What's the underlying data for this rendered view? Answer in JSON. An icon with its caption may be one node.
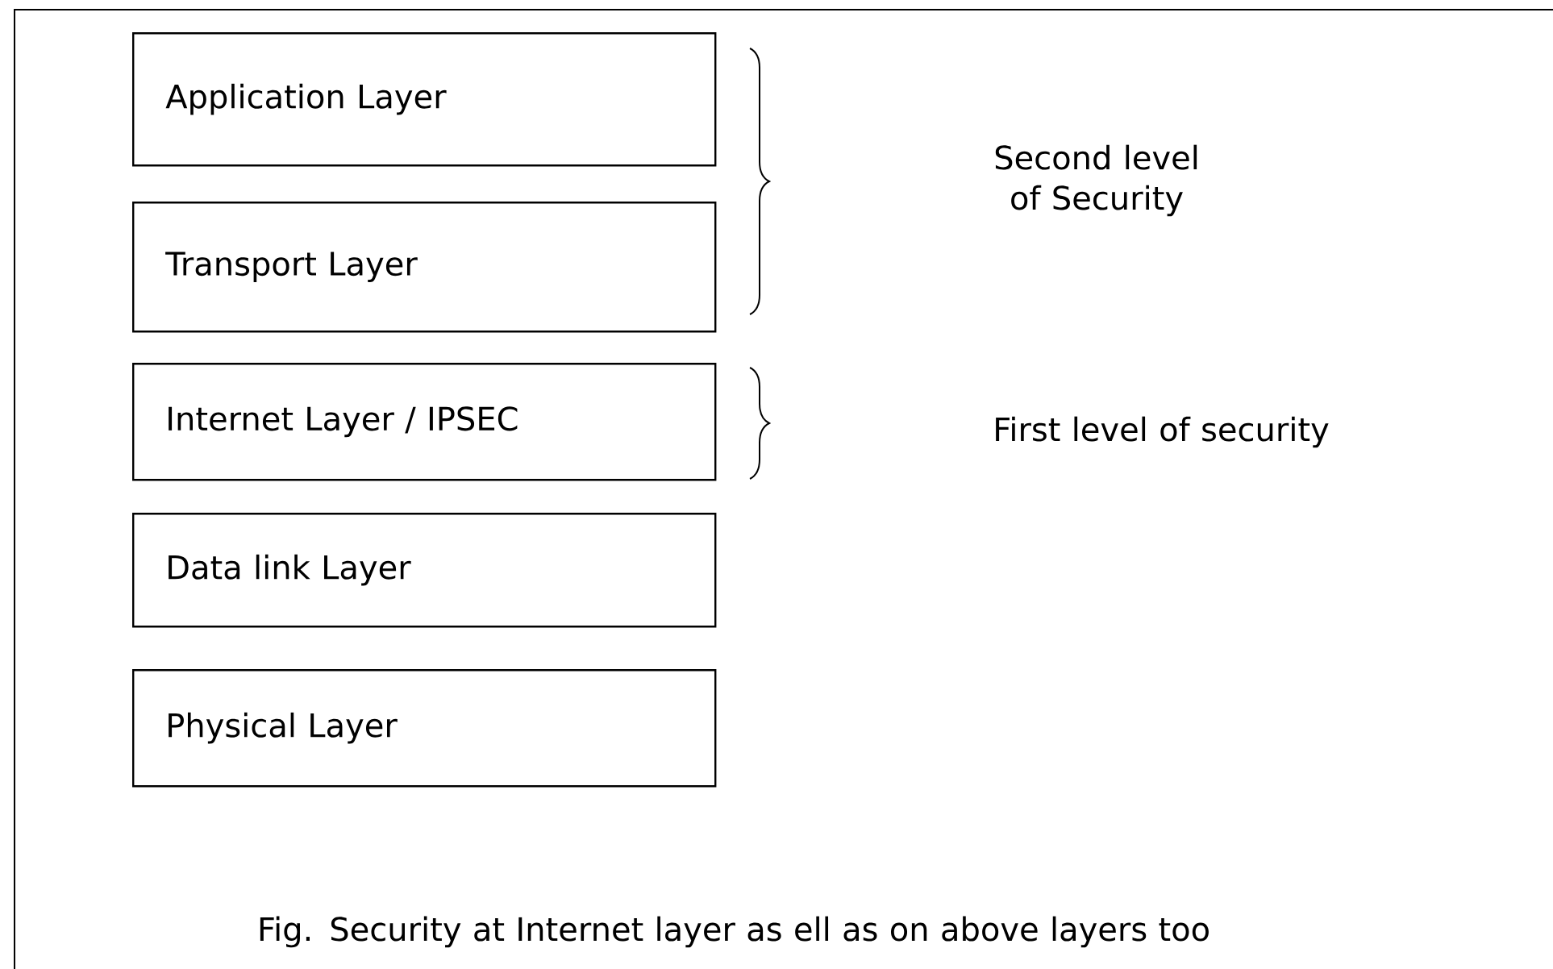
{
  "diagram": {
    "caption": "Fig. Security at Internet layer as ell as on above layers too",
    "nodes": [
      {
        "text": [
          "Application Layer"
        ]
      },
      {
        "text": [
          "Transport Layer"
        ]
      },
      {
        "text": [
          "Internet Layer / IPSEC"
        ]
      },
      {
        "text": [
          "Data link Layer"
        ]
      },
      {
        "text": [
          "Physical Layer"
        ]
      }
    ],
    "labels": [
      "Second level of Security",
      "First level of security"
    ]
  }
}
